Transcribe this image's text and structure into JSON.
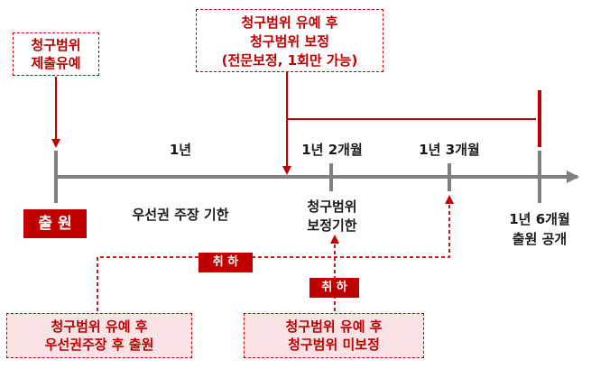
{
  "boxes": {
    "defer_submit": [
      "청구범위",
      "제출유예"
    ],
    "defer_amend": [
      "청구범위 유예 후",
      "청구범위 보정",
      "(전문보정, 1회만 가능)"
    ],
    "withdraw_priority": [
      "청구범위 유예 후",
      "우선권주장 후 출원"
    ],
    "withdraw_noamend": [
      "청구범위 유예 후",
      "청구범위 미보정"
    ]
  },
  "timeline": {
    "filing": "출 원",
    "one_year": "1년",
    "priority_deadline": "우선권 주장 기한",
    "one_year_two_months": "1년 2개월",
    "amend_deadline": [
      "청구범위",
      "보정기한"
    ],
    "one_year_three_months": "1년 3개월",
    "one_year_six_months": "1년 6개월",
    "publication": "출원 공개"
  },
  "tags": {
    "withdraw_1": "취 하",
    "withdraw_2": "취 하"
  },
  "colors": {
    "accent": "#c00000",
    "axis": "#808080",
    "pink_fill": "#fbe3e5"
  }
}
